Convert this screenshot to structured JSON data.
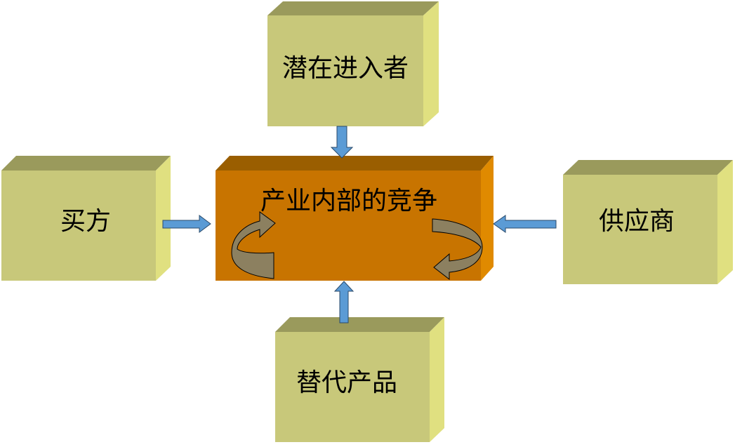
{
  "diagram": {
    "center": {
      "label": "产业内部的竞争"
    },
    "top": {
      "label": "潜在进入者"
    },
    "left": {
      "label": "买方"
    },
    "right": {
      "label": "供应商"
    },
    "bottom": {
      "label": "替代产品"
    }
  },
  "colors": {
    "box_front": "#c8c87a",
    "box_top": "#9a9a5c",
    "box_side": "#e0e080",
    "center_front": "#c87400",
    "center_top": "#9a5e00",
    "center_side": "#e08a00",
    "arrow": "#5b9bd5",
    "cycle_arrow": "#8c8060"
  }
}
